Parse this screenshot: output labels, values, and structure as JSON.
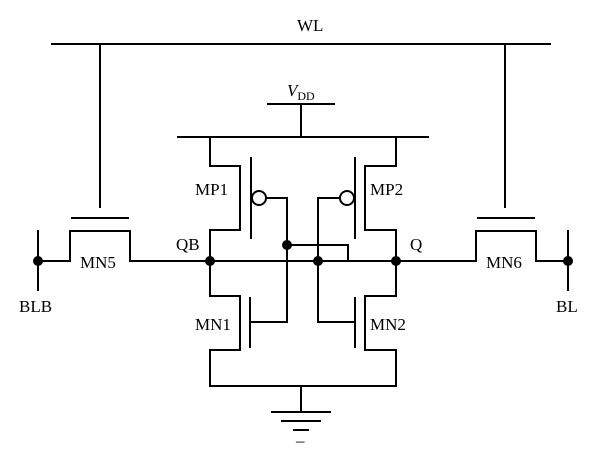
{
  "labels": {
    "wordline": "WL",
    "supply_main": "V",
    "supply_sub": "DD",
    "pmos_left": "MP1",
    "pmos_right": "MP2",
    "nmos_left": "MN1",
    "nmos_right": "MN2",
    "access_left": "MN5",
    "access_right": "MN6",
    "node_left": "QB",
    "node_right": "Q",
    "bitline_bar": "BLB",
    "bitline": "BL",
    "ground_mark": "–"
  }
}
